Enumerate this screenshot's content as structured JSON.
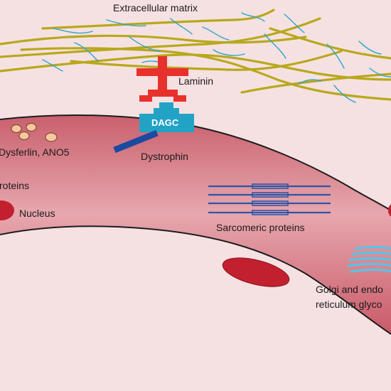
{
  "labels": {
    "extracellular_matrix": "Extracellular matrix",
    "laminin": "Laminin",
    "dagc": "DAGC",
    "dystrophin": "Dystrophin",
    "dysferlin": "Dysferlin, ANO5",
    "proteins": "roteins",
    "nucleus": "Nucleus",
    "sarcomeric": "Sarcomeric proteins",
    "golgi_line1": "Golgi and endo",
    "golgi_line2": "reticulum glyco"
  },
  "colors": {
    "background": "#f6e1e2",
    "fiber_fill": "#d9848e",
    "fiber_edge": "#1c1c1c",
    "collagen": "#b8a81c",
    "fibrils": "#2ba6c8",
    "laminin": "#e8312c",
    "dagc": "#22a3c6",
    "dystrophin": "#1c4aa0",
    "nucleus": "#c2202f",
    "vesicle": "#f4c9a0",
    "sarcomere": "#2d55a8",
    "golgi": "#58c3e6"
  }
}
